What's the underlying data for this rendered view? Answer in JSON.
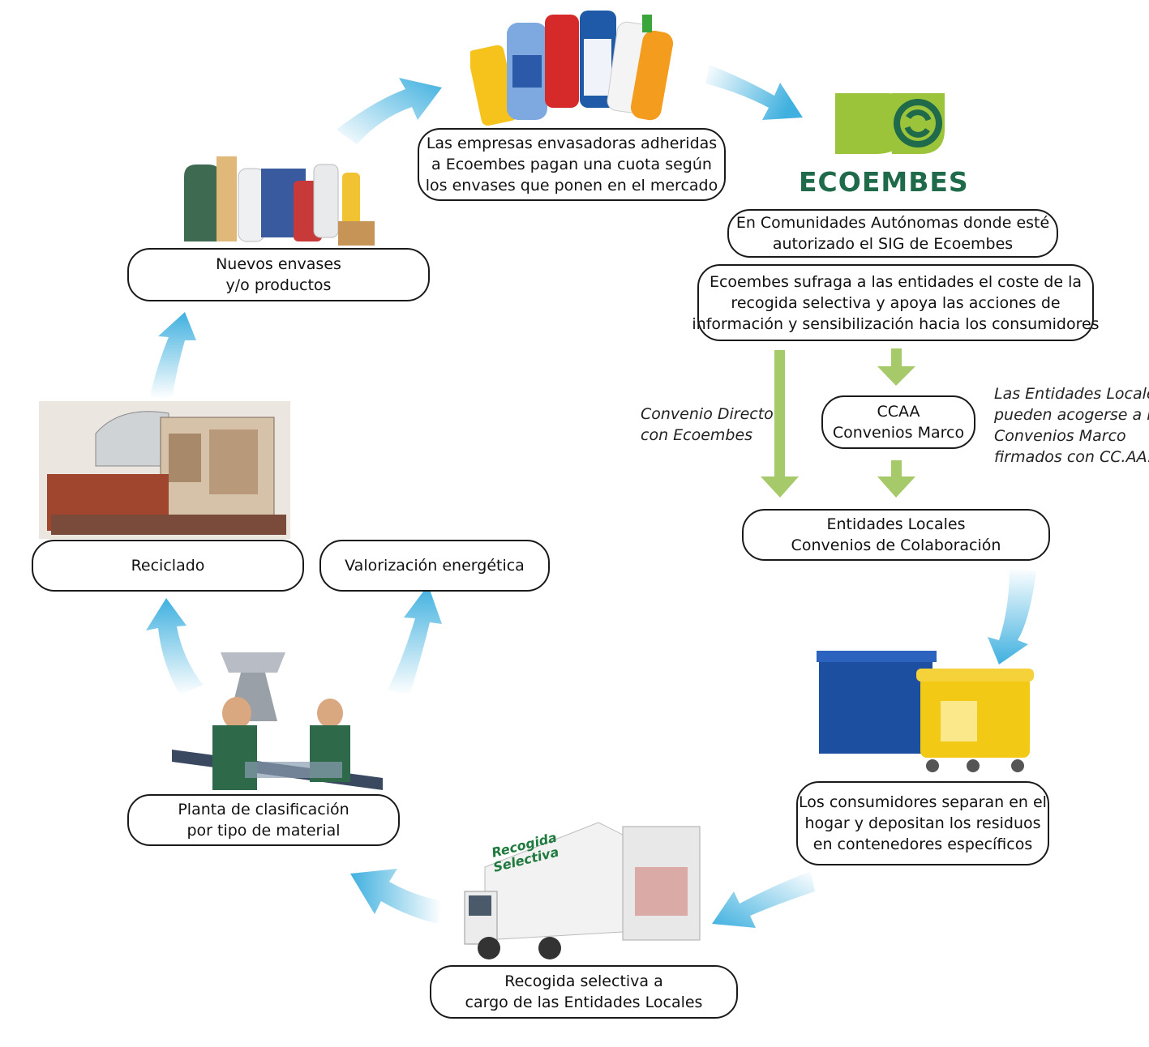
{
  "colors": {
    "cycle_arrow": "#4fb6e0",
    "green_arrow": "#a6c96a",
    "brand_green": "#1e6a4a",
    "logo_lime": "#9cc43a"
  },
  "logo": {
    "text": "ECOEMBES"
  },
  "boxes": {
    "envasadoras": {
      "lines": [
        "Las empresas envasadoras adheridas",
        "a Ecoembes pagan una cuota según",
        "los envases que ponen en el mercado"
      ]
    },
    "comunidades": {
      "lines": [
        "En Comunidades Autónomas donde esté",
        "autorizado el SIG de Ecoembes"
      ]
    },
    "sufraga": {
      "lines": [
        "Ecoembes sufraga a las entidades el coste de la",
        "recogida selectiva y apoya las acciones de",
        "información y sensibilización hacia los consumidores"
      ]
    },
    "ccaa": {
      "lines": [
        "CCAA",
        "Convenios Marco"
      ]
    },
    "entidades": {
      "lines": [
        "Entidades Locales",
        "Convenios de Colaboración"
      ]
    },
    "consumidores": {
      "lines": [
        "Los consumidores separan en el",
        "hogar y depositan los residuos",
        "en contenedores específicos"
      ]
    },
    "recogida": {
      "lines": [
        "Recogida selectiva a",
        "cargo de las Entidades Locales"
      ]
    },
    "planta": {
      "lines": [
        "Planta de clasificación",
        "por tipo de material"
      ]
    },
    "reciclado": {
      "lines": [
        "Reciclado"
      ]
    },
    "valorizacion": {
      "lines": [
        "Valorización energética"
      ]
    },
    "nuevos": {
      "lines": [
        "Nuevos envases",
        "y/o productos"
      ]
    }
  },
  "notes": {
    "convenio_directo": [
      "Convenio Directo",
      "con Ecoembes"
    ],
    "entidades_locales": [
      "Las Entidades Locales",
      "pueden acogerse a los",
      "Convenios Marco",
      "firmados con CC.AA."
    ]
  },
  "truck_label": [
    "Recogida",
    "Selectiva"
  ],
  "icons": [
    "packaging-bottles-illustration",
    "ecoembes-logo",
    "recycling-containers-illustration",
    "collection-truck-illustration",
    "sorting-plant-illustration",
    "recycling-machine-illustration",
    "new-packaging-illustration"
  ]
}
